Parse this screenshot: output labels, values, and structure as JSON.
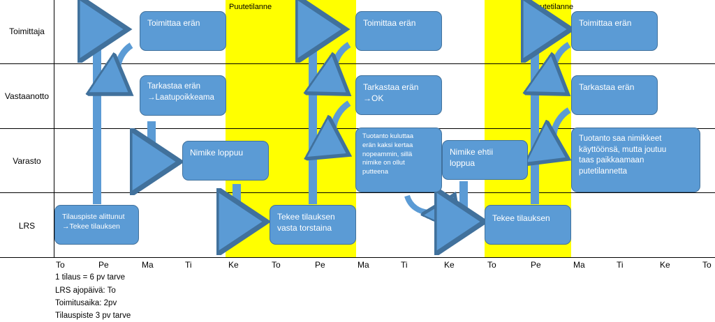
{
  "colors": {
    "band": "#ffff00",
    "box_fill": "#5b9bd5",
    "box_border": "#41719c",
    "arrow": "#5b9bd5"
  },
  "bands": [
    {
      "label": "Puutetilanne"
    },
    {
      "label": "Puutetilanne"
    }
  ],
  "lanes": [
    "Toimittaja",
    "Vastaanotto",
    "Varasto",
    "LRS"
  ],
  "boxes": {
    "b1": "Tilauspiste alittunut\n→Tekee tilauksen",
    "b2": "Toimittaa erän",
    "b3": "Tarkastaa erän\n→Laatupoikkeama",
    "b4": "Nimike loppuu",
    "b5": "Tekee tilauksen\nvasta torstaina",
    "b6": "Toimittaa erän",
    "b7": "Tarkastaa erän\n→OK",
    "b8": "Tuotanto kuluttaa\nerän kaksi kertaa\nnopeammin, sillä\nnimike on ollut\nputteena",
    "b9": "Nimike ehtii\nloppua",
    "b10": "Tekee tilauksen",
    "b11": "Toimittaa erän",
    "b12": "Tarkastaa erän",
    "b13": "Tuotanto saa nimikkeet\nkäyttöönsä, mutta joutuu\ntaas paikkaamaan\nputetilannetta"
  },
  "days": [
    "To",
    "Pe",
    "Ma",
    "Ti",
    "Ke",
    "To",
    "Pe",
    "Ma",
    "Ti",
    "Ke",
    "To",
    "Pe",
    "Ma",
    "Ti",
    "Ke",
    "To"
  ],
  "notes": [
    "1 tilaus = 6  pv tarve",
    "LRS ajopäivä: To",
    "Toimitusaika: 2pv",
    "Tilauspiste 3 pv tarve"
  ]
}
